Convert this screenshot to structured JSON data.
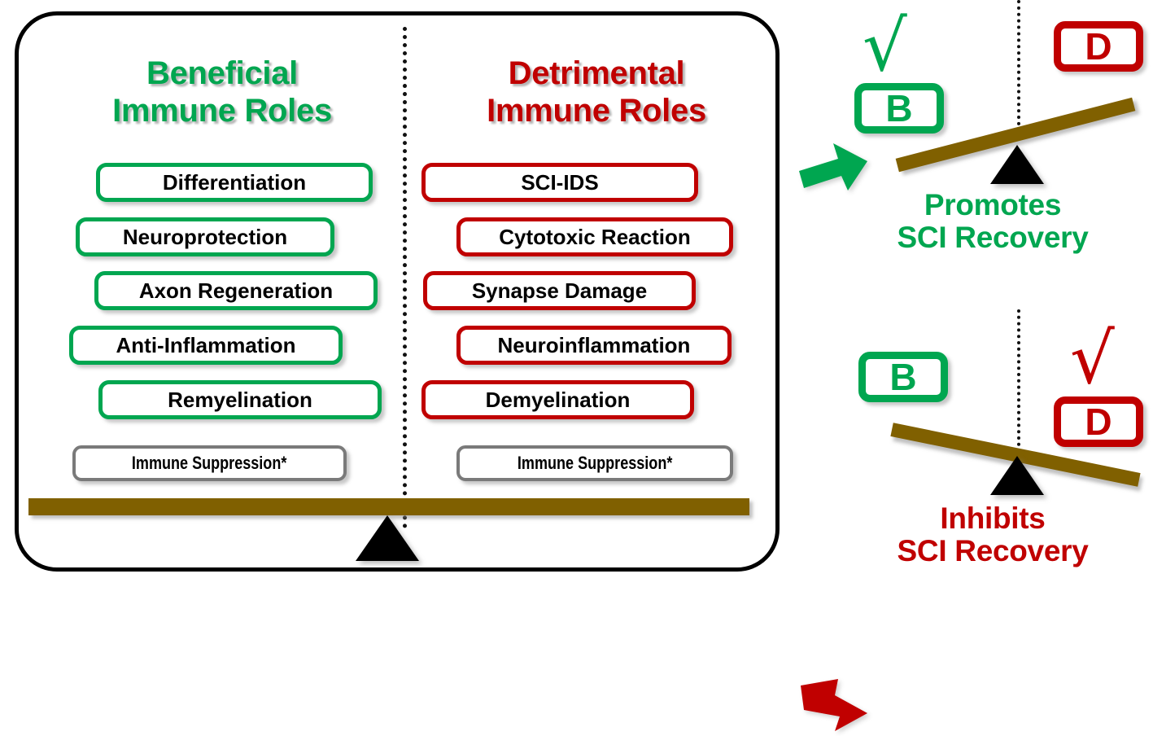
{
  "colors": {
    "beneficial_green": "#00A650",
    "detrimental_red": "#C00000",
    "neutral_gray": "#7A7A7A",
    "beam_brown": "#806000",
    "fulcrum_black": "#000000"
  },
  "panel": {
    "columns": [
      {
        "id": "beneficial",
        "heading": "Beneficial\nImmune Roles",
        "color": "#00A650",
        "items": [
          {
            "label": "Differentiation",
            "style": "green"
          },
          {
            "label": "Neuroprotection",
            "style": "green"
          },
          {
            "label": "Axon Regeneration",
            "style": "green"
          },
          {
            "label": "Anti-Inflammation",
            "style": "green"
          },
          {
            "label": "Remyelination",
            "style": "green"
          },
          {
            "label": "Immune Suppression*",
            "style": "gray"
          }
        ]
      },
      {
        "id": "detrimental",
        "heading": "Detrimental\nImmune Roles",
        "color": "#C00000",
        "items": [
          {
            "label": "SCI-IDS",
            "style": "red"
          },
          {
            "label": "Cytotoxic Reaction",
            "style": "red"
          },
          {
            "label": "Synapse Damage",
            "style": "red"
          },
          {
            "label": "Neuroinflammation",
            "style": "red"
          },
          {
            "label": "Demyelination",
            "style": "red"
          },
          {
            "label": "Immune Suppression*",
            "style": "gray"
          }
        ]
      }
    ]
  },
  "scales": [
    {
      "id": "promotes",
      "arrow_color": "#00A650",
      "arrow_direction": "up-right",
      "check_glyph": "√",
      "check_side": "beneficial",
      "check_color": "#00A650",
      "heavy_side": "beneficial",
      "tilt_degrees": -14.5,
      "left_box_label": "B",
      "right_box_label": "D",
      "caption": "Promotes\nSCI Recovery",
      "caption_color": "#00A650"
    },
    {
      "id": "inhibits",
      "arrow_color": "#C00000",
      "arrow_direction": "down-right",
      "check_glyph": "√",
      "check_side": "detrimental",
      "check_color": "#C00000",
      "heavy_side": "detrimental",
      "tilt_degrees": 11.5,
      "left_box_label": "B",
      "right_box_label": "D",
      "caption": "Inhibits\nSCI Recovery",
      "caption_color": "#C00000"
    }
  ]
}
